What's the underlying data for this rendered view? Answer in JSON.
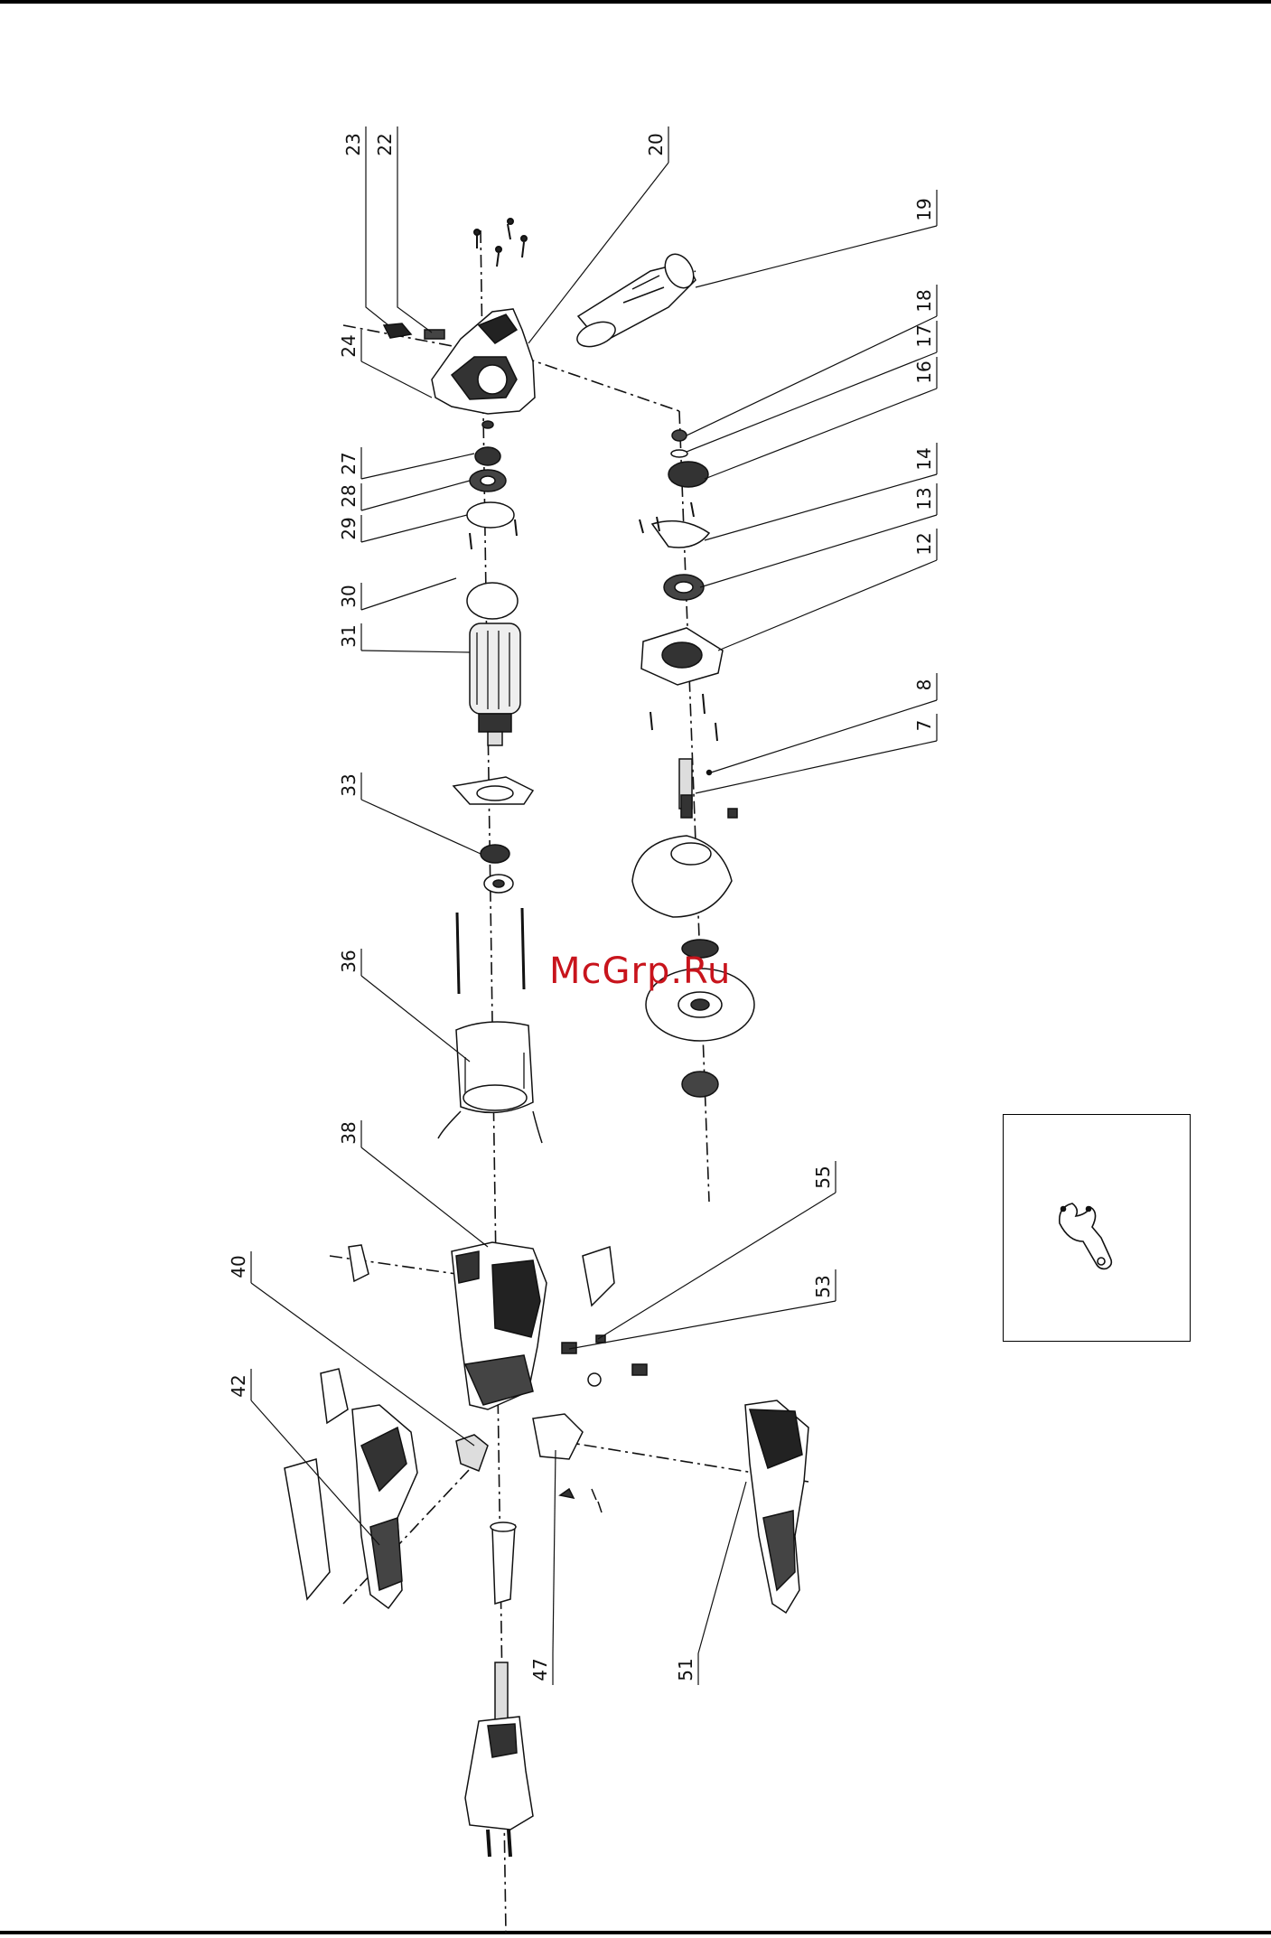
{
  "watermark": "McGrp.Ru",
  "callouts": [
    {
      "id": "23",
      "label": "23"
    },
    {
      "id": "22",
      "label": "22"
    },
    {
      "id": "20",
      "label": "20"
    },
    {
      "id": "19",
      "label": "19"
    },
    {
      "id": "18",
      "label": "18"
    },
    {
      "id": "17",
      "label": "17"
    },
    {
      "id": "16",
      "label": "16"
    },
    {
      "id": "14",
      "label": "14"
    },
    {
      "id": "13",
      "label": "13"
    },
    {
      "id": "12",
      "label": "12"
    },
    {
      "id": "8",
      "label": "8"
    },
    {
      "id": "7",
      "label": "7"
    },
    {
      "id": "24",
      "label": "24"
    },
    {
      "id": "27",
      "label": "27"
    },
    {
      "id": "28",
      "label": "28"
    },
    {
      "id": "29",
      "label": "29"
    },
    {
      "id": "30",
      "label": "30"
    },
    {
      "id": "31",
      "label": "31"
    },
    {
      "id": "33",
      "label": "33"
    },
    {
      "id": "36",
      "label": "36"
    },
    {
      "id": "38",
      "label": "38"
    },
    {
      "id": "40",
      "label": "40"
    },
    {
      "id": "42",
      "label": "42"
    },
    {
      "id": "55",
      "label": "55"
    },
    {
      "id": "53",
      "label": "53"
    },
    {
      "id": "47",
      "label": "47"
    },
    {
      "id": "51",
      "label": "51"
    }
  ],
  "colors": {
    "line": "#111111",
    "watermark": "#c8141c"
  }
}
